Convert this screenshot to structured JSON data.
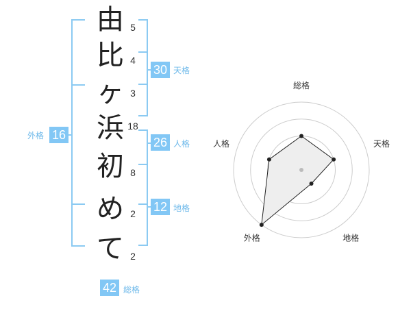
{
  "name": [
    {
      "char": "由",
      "strokes": "5"
    },
    {
      "char": "比",
      "strokes": "4"
    },
    {
      "char": "ヶ",
      "strokes": "3"
    },
    {
      "char": "浜",
      "strokes": "18"
    },
    {
      "char": "初",
      "strokes": "8"
    },
    {
      "char": "め",
      "strokes": "2"
    },
    {
      "char": "て",
      "strokes": "2"
    }
  ],
  "fortune": {
    "tenkaku": {
      "value": "30",
      "label": "天格"
    },
    "jinkaku": {
      "value": "26",
      "label": "人格"
    },
    "chikaku": {
      "value": "12",
      "label": "地格"
    },
    "gaikaku": {
      "value": "16",
      "label": "外格"
    },
    "soukaku": {
      "value": "42",
      "label": "総格"
    }
  },
  "chart_data": {
    "type": "radar",
    "axes": [
      "総格",
      "天格",
      "地格",
      "外格",
      "人格"
    ],
    "rings": 4,
    "max": 4,
    "values": [
      2,
      2,
      1,
      4,
      2
    ],
    "colors": {
      "line": "#222222",
      "fill": "#eeeeee",
      "grid": "#cccccc",
      "center": "#bbbbbb"
    }
  }
}
